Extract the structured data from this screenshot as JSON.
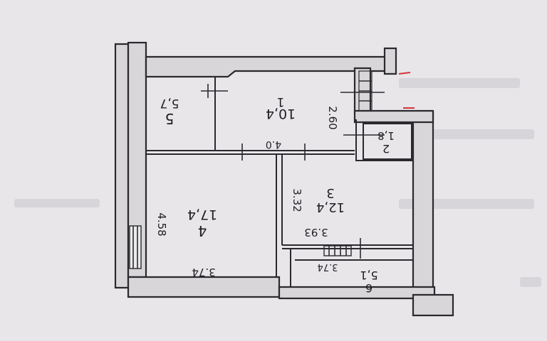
{
  "plan": {
    "rooms": [
      {
        "id": "room-1",
        "number": "1",
        "area": "10,4"
      },
      {
        "id": "room-2",
        "number": "2",
        "area": "1,8"
      },
      {
        "id": "room-3",
        "number": "3",
        "area": "12,4"
      },
      {
        "id": "room-4",
        "number": "4",
        "area": "17,4"
      },
      {
        "id": "room-5",
        "number": "5",
        "area": "5,7"
      },
      {
        "id": "room-6",
        "number": "6",
        "area": "5,1"
      }
    ],
    "dimensions": {
      "d260": "2.60",
      "d40": "4.0",
      "d332": "3.32",
      "d458": "4.58",
      "d393": "3.93",
      "d374": "3.74",
      "d374b": "3.74"
    },
    "colors": {
      "ink": "#2a2a2e",
      "paper": "#e9e6ea",
      "wall_fill": "#d8d6d8",
      "red_mark": "#d8323a"
    }
  }
}
